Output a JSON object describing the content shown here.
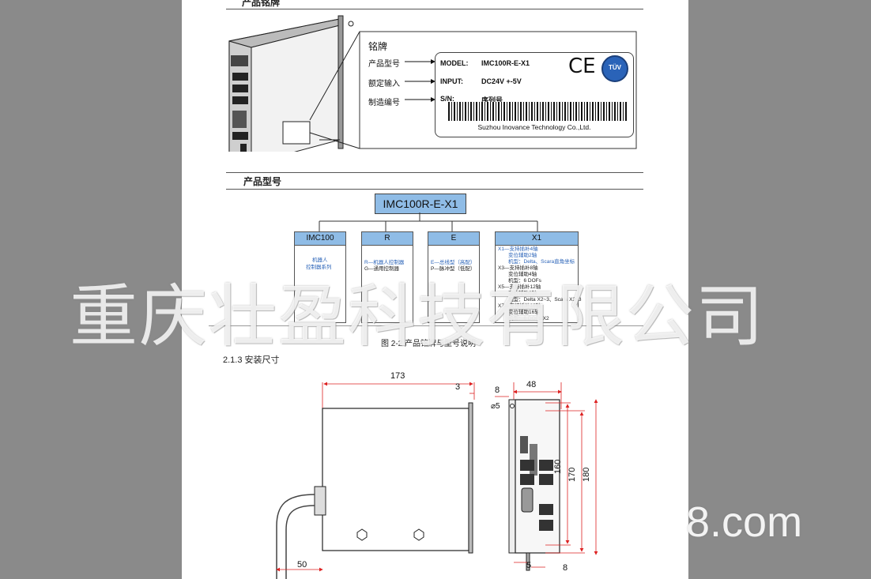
{
  "section1": {
    "title": "产品铭牌"
  },
  "nameplate": {
    "heading": "铭牌",
    "callouts": [
      "产品型号",
      "额定输入",
      "制造编号"
    ],
    "fields": [
      {
        "key": "MODEL:",
        "value": "IMC100R-E-X1"
      },
      {
        "key": "INPUT:",
        "value": "DC24V +-5V"
      },
      {
        "key": "S/N:",
        "value": "序列号"
      }
    ],
    "company": "Suzhou Inovance Technology Co.,Ltd.",
    "ce_mark": "CE",
    "tuv_mark": "TÜV"
  },
  "section2": {
    "title": "产品型号"
  },
  "model_tree": {
    "root": "IMC100R-E-X1",
    "boxes": [
      {
        "head": "IMC100",
        "lines": [
          "机器人",
          "控制器系列"
        ]
      },
      {
        "head": "R",
        "lines": [
          "R—机器人控制器",
          "G—通用控制器"
        ]
      },
      {
        "head": "E",
        "lines": [
          "E—总线型（高配）",
          "P—脉冲型（低配）"
        ]
      },
      {
        "head": "X1",
        "lines": [
          "X1—支持插补4轴",
          "变位辅助2轴",
          "机型：Delta、Scara直角坐标",
          "X3—支持插补8轴",
          "变位辅助4轴",
          "机型：6 DOFs",
          "X5—支持插补12轴",
          "变位辅助6轴",
          "机型：Delta X2~3、Scara X2~3",
          "X7—支持插补16轴",
          "变位辅助16轴",
          "机型：6 DOFs X2"
        ]
      }
    ]
  },
  "figure_caption": "图 2-2  产品铭牌与型号说明",
  "section3": {
    "title": "2.1.3 安装尺寸"
  },
  "dimensions": {
    "d173": "173",
    "d3": "3",
    "d8a": "8",
    "d48": "48",
    "d5dia": "⌀5",
    "d160": "160",
    "d170": "170",
    "d180": "180",
    "d50": "50",
    "d5": "5",
    "d8b": "8"
  },
  "watermark": {
    "text": "重庆壮盈科技有限公司",
    "url_fragment": "8.com"
  }
}
